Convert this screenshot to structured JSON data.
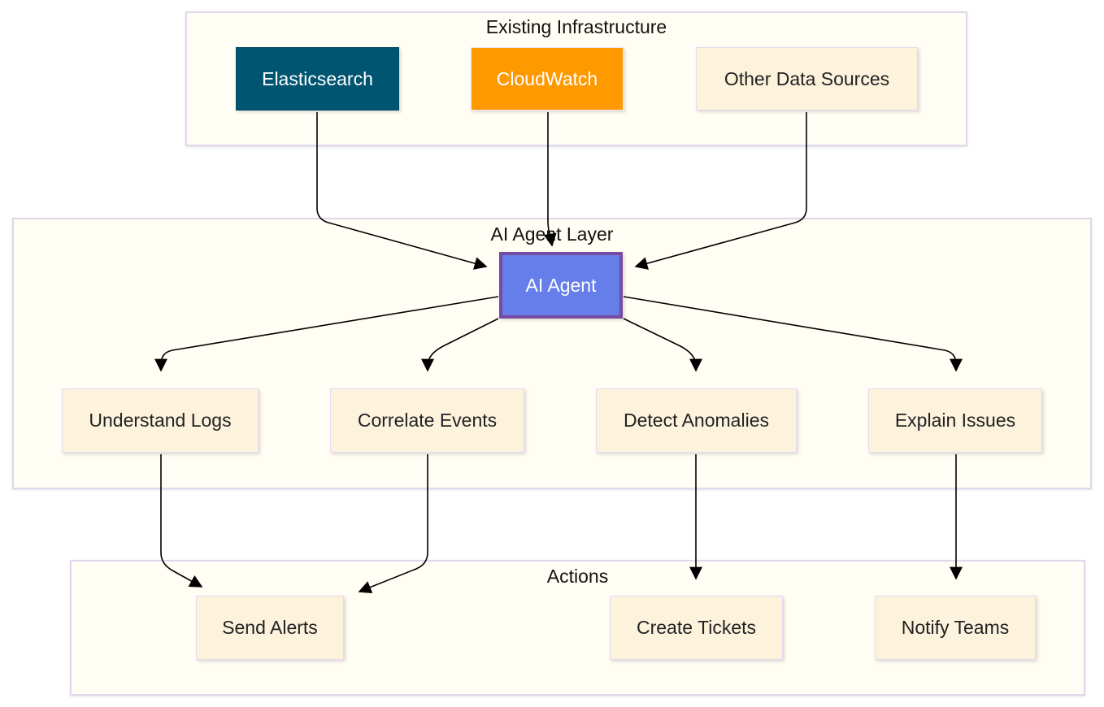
{
  "groups": {
    "infra": {
      "title": "Existing Infrastructure"
    },
    "agent_layer": {
      "title": "AI Agent Layer"
    },
    "actions": {
      "title": "Actions"
    }
  },
  "nodes": {
    "elasticsearch": {
      "label": "Elasticsearch",
      "color": "#005571",
      "text_color": "#ffffff"
    },
    "cloudwatch": {
      "label": "CloudWatch",
      "color": "#ff9900",
      "text_color": "#ffffff"
    },
    "other_sources": {
      "label": "Other Data Sources",
      "color": "#fdf3dd"
    },
    "ai_agent": {
      "label": "AI Agent",
      "color": "#667eea",
      "border_color": "#764ba2",
      "text_color": "#ffffff"
    },
    "understand_logs": {
      "label": "Understand Logs"
    },
    "correlate_events": {
      "label": "Correlate Events"
    },
    "detect_anomalies": {
      "label": "Detect Anomalies"
    },
    "explain_issues": {
      "label": "Explain Issues"
    },
    "send_alerts": {
      "label": "Send Alerts"
    },
    "create_tickets": {
      "label": "Create Tickets"
    },
    "notify_teams": {
      "label": "Notify Teams"
    }
  },
  "colors": {
    "group_fill": "#fffdf4",
    "group_border": "#e2d6ec",
    "node_fill": "#fdf3dd",
    "edge": "#000000"
  }
}
